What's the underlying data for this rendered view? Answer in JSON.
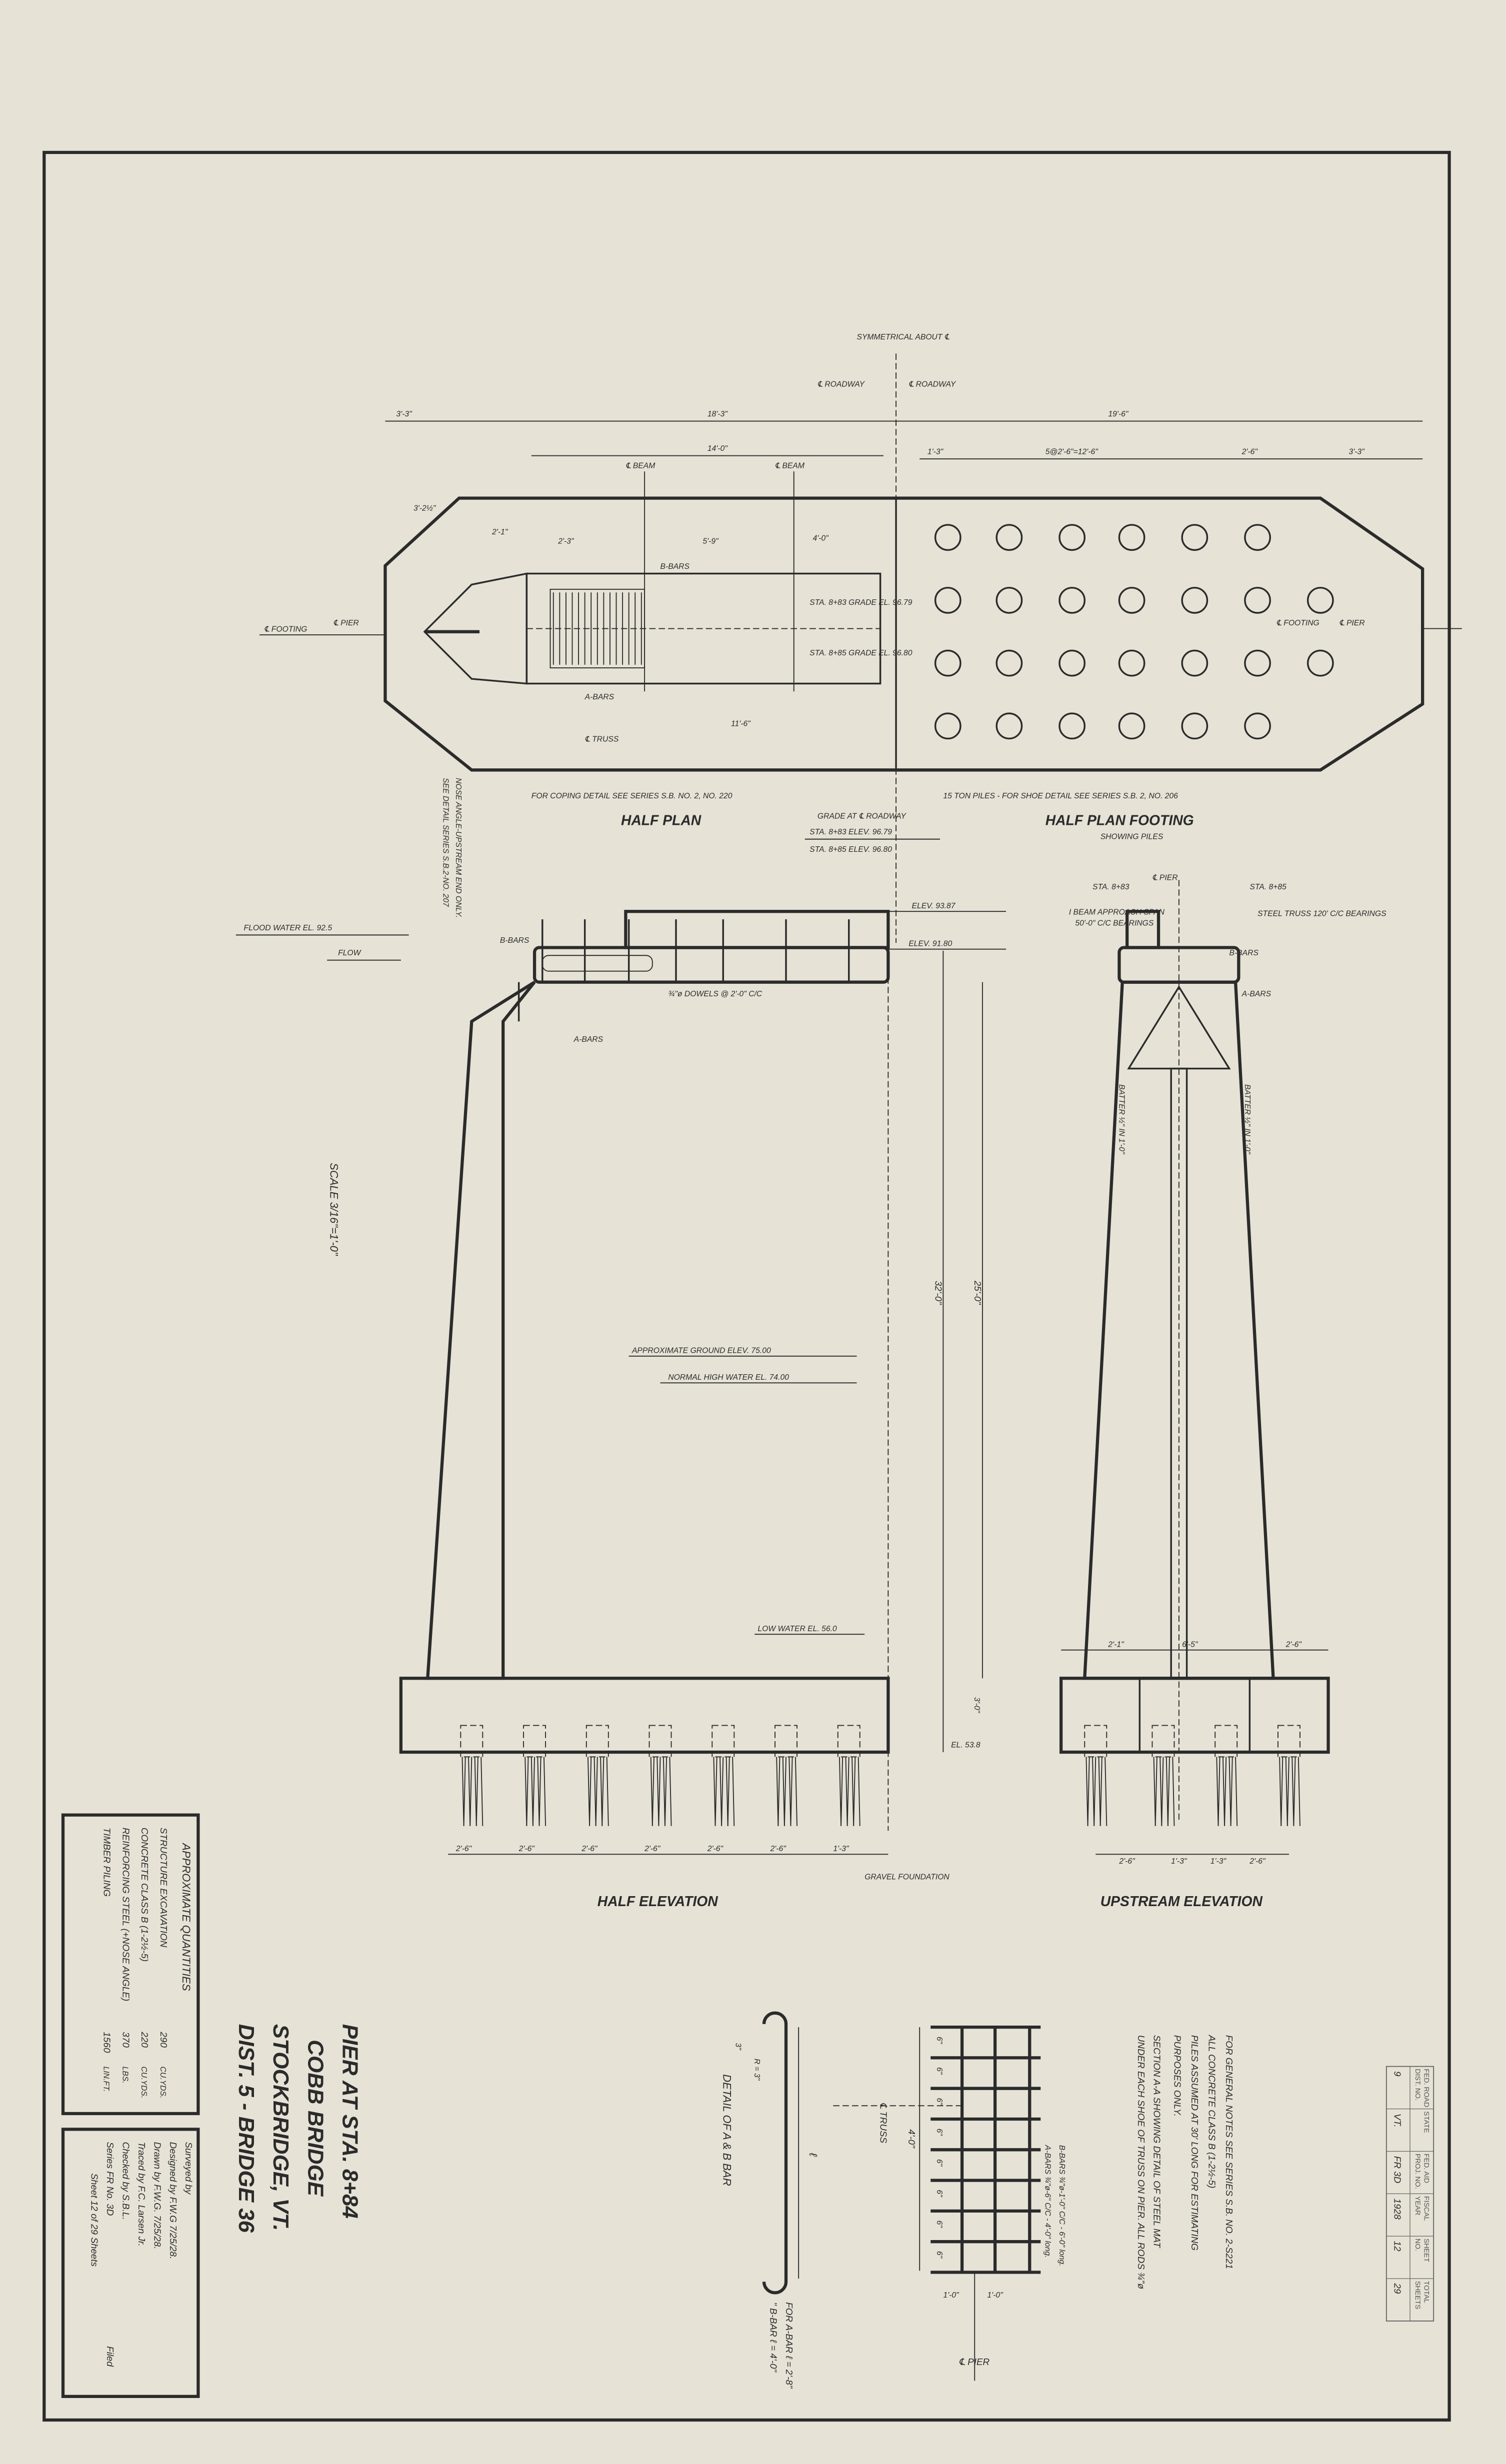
{
  "top": {
    "symmetrical": "SYMMETRICAL ABOUT ℄",
    "cl_roadway_left": "℄ ROADWAY",
    "cl_roadway_right": "℄ ROADWAY",
    "dims": [
      "3'-3\"",
      "18'-3\"",
      "19'-6\"",
      "14'-0\"",
      "1'-3\"",
      "5@2'-6\"=12'-6\"",
      "2'-6\"",
      "3'-3\"",
      "3'-2½\"",
      "2'-1\"",
      "2'-3\"",
      "5'-9\"",
      "4'-0\"",
      "11'-6\""
    ],
    "cl_footing_left": "℄ FOOTING",
    "cl_pier_left": "℄ PIER",
    "cl_footing_right": "℄ FOOTING",
    "cl_pier_right": "℄ PIER",
    "cl_beam_1": "℄ BEAM",
    "cl_beam_2": "℄ BEAM",
    "b_bars": "B-BARS",
    "a_bars": "A-BARS",
    "cl_truss": "℄ TRUSS",
    "sta_883": "STA. 8+83 GRADE EL. 96.79",
    "sta_885": "STA. 8+85 GRADE EL. 96.80"
  },
  "notes_plan": {
    "coping": "FOR COPING DETAIL SEE SERIES S.B. NO. 2, NO. 220",
    "piles": "15 TON PILES - FOR SHOE DETAIL SEE SERIES S.B. 2, NO. 206",
    "nose_angle_1": "NOSE ANGLE-UPSTREAM END ONLY.",
    "nose_angle_2": "SEE DETAIL SERIES S.B.2-NO. 207"
  },
  "titles": {
    "half_plan": "HALF PLAN",
    "half_plan_footing": "HALF PLAN FOOTING",
    "showing_piles": "SHOWING PILES",
    "half_elevation": "HALF ELEVATION",
    "upstream_elevation": "UPSTREAM ELEVATION"
  },
  "grade": {
    "heading": "GRADE AT ℄ ROADWAY",
    "line1": "STA. 8+83  ELEV. 96.79",
    "line2": "STA. 8+85  ELEV. 96.80"
  },
  "half_elevation": {
    "flood": "FLOOD WATER EL. 92.5",
    "flow": "FLOW",
    "b_bars": "B-BARS",
    "a_bars": "A-BARS",
    "dowels": "¾\"ø DOWELS @ 2'-0\" C/C",
    "elev_top": "ELEV. 93.87",
    "elev_cap": "ELEV. 91.80",
    "ground": "APPROXIMATE GROUND ELEV. 75.00",
    "high_water": "NORMAL HIGH WATER EL. 74.00",
    "low_water": "LOW WATER EL. 56.0",
    "el_bottom": "EL. 53.8",
    "height_total": "32'-0\"",
    "height_shaft": "25'-0\"",
    "footing_depth": "3'-0\"",
    "gravel": "GRAVEL FOUNDATION",
    "pile_spacing": [
      "2'-6\"",
      "2'-6\"",
      "2'-6\"",
      "2'-6\"",
      "2'-6\"",
      "2'-6\"",
      "1'-3\""
    ],
    "scale": "SCALE 3/16\"=1'-0\""
  },
  "upstream": {
    "sta_883": "STA. 8+83",
    "cl_pier": "℄ PIER",
    "sta_885": "STA. 8+85",
    "ibeam_1": "I BEAM APPROACH SPAN",
    "ibeam_2": "50'-0\" C/C BEARINGS",
    "truss": "STEEL TRUSS 120' C/C BEARINGS",
    "b_bars": "B-BARS",
    "a_bars": "A-BARS",
    "batter_left": "BATTER ½\" IN 1'-0\"",
    "batter_right": "BATTER ½\" IN 1'-0\"",
    "footing_dims": [
      "2'-1\"",
      "6'-5\"",
      "2'-6\""
    ],
    "pile_dims": [
      "2'-6\"",
      "1'-3\"",
      "1'-3\"",
      "2'-6\""
    ]
  },
  "details": {
    "bar_title": "DETAIL OF A & B BAR",
    "radius": "R = 3\"",
    "hook": "3\"",
    "length": "ℓ",
    "a_bar_len": "FOR A-BAR ℓ = 2'-8\"",
    "b_bar_len": "\" B-BAR ℓ = 4'-0\"",
    "mat_height": "4'-0\"",
    "mat_spacing": "6\"",
    "mat_width": [
      "1'-0\"",
      "1'-0\""
    ],
    "cl_truss": "℄ TRUSS",
    "cl_pier": "℄ PIER",
    "a_bars": "A-BARS ¾\"ø-6\" C/C - 4'-0\" long.",
    "b_bars": "B-BARS ¾\"ø-1'-0\" C/C - 6'-0\" long."
  },
  "general_notes": [
    "FOR GENERAL NOTES SEE SERIES S.B. NO. 2-S221",
    "ALL CONCRETE CLASS B (1-2½-5)",
    "PILES ASSUMED AT 30' LONG FOR ESTIMATING",
    "PURPOSES ONLY.",
    "SECTION A-A SHOWING DETAIL OF STEEL MAT",
    "UNDER EACH SHOE OF TRUSS ON PIER. ALL RODS ¾\"ø"
  ],
  "stamp": {
    "headers": [
      "FED. ROAD DIST. NO.",
      "STATE",
      "FED. AID PROJ. NO.",
      "FISCAL YEAR",
      "SHEET NO.",
      "TOTAL SHEETS"
    ],
    "values": [
      "9",
      "VT.",
      "FR 3D",
      "1928",
      "12",
      "29"
    ]
  },
  "title_block": {
    "line1": "PIER AT STA. 8+84",
    "line2": "COBB BRIDGE",
    "line3": "STOCKBRIDGE, VT.",
    "line4": "DIST. 5 - BRIDGE 36"
  },
  "quantities": {
    "heading": "APPROXIMATE QUANTITIES",
    "items": [
      {
        "label": "STRUCTURE EXCAVATION",
        "value": "290",
        "unit": "CU.YDS."
      },
      {
        "label": "CONCRETE CLASS B (1-2½-5)",
        "value": "220",
        "unit": "CU.YDS."
      },
      {
        "label": "REINFORCING STEEL (+NOSE ANGLE)",
        "value": "370",
        "unit": "LBS."
      },
      {
        "label": "TIMBER PILING",
        "value": "1560",
        "unit": "LIN.FT."
      }
    ]
  },
  "signatures": {
    "surveyed": "Surveyed by",
    "designed": "Designed by  F.W.G  7/25/28.",
    "drawn": "Drawn by  F.W.G.  7/25/28.",
    "traced": "Traced by  F.C. Larsen Jr.",
    "checked": "Checked by  S.B.L.",
    "series": "Series FR No. 3D",
    "filed": "Filed",
    "sheet": "Sheet 12 of 29 Sheets"
  }
}
